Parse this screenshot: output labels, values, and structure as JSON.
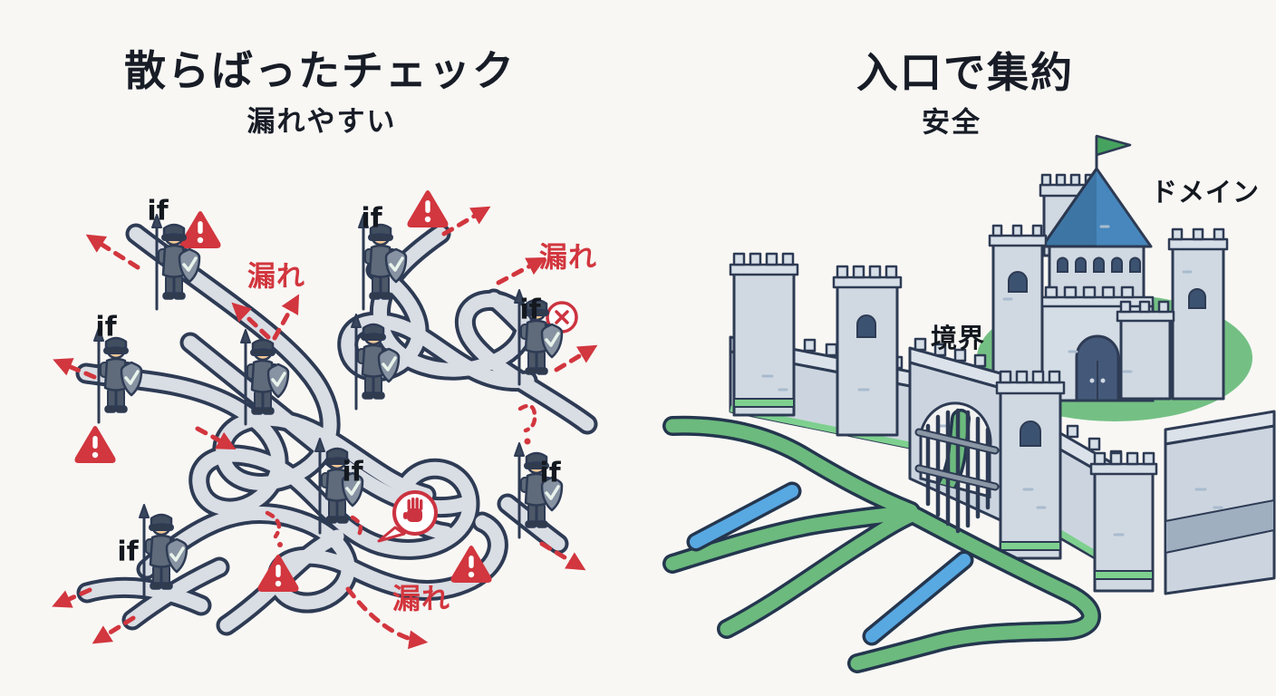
{
  "left_panel": {
    "title": "散らばったチェック",
    "subtitle": "漏れやすい",
    "if_label": "if",
    "leak_label": "漏れ",
    "guard_count": 9,
    "if_label_count": 7,
    "leak_label_count": 3,
    "warning_triangle_count": 5
  },
  "right_panel": {
    "title": "入口で集約",
    "subtitle": "安全",
    "boundary_label": "境界",
    "domain_label": "ドメイン"
  },
  "colors": {
    "background": "#f8f7f4",
    "text": "#171c26",
    "alert_red": "#d2363e",
    "path_gray": "#d9dde4",
    "outline_navy": "#2e3b54",
    "grass_green": "#6cba7e",
    "water_blue": "#58a8e2",
    "wall_gray": "#ccd5df",
    "roof_blue": "#4787bd",
    "flag_green": "#46a35f"
  }
}
